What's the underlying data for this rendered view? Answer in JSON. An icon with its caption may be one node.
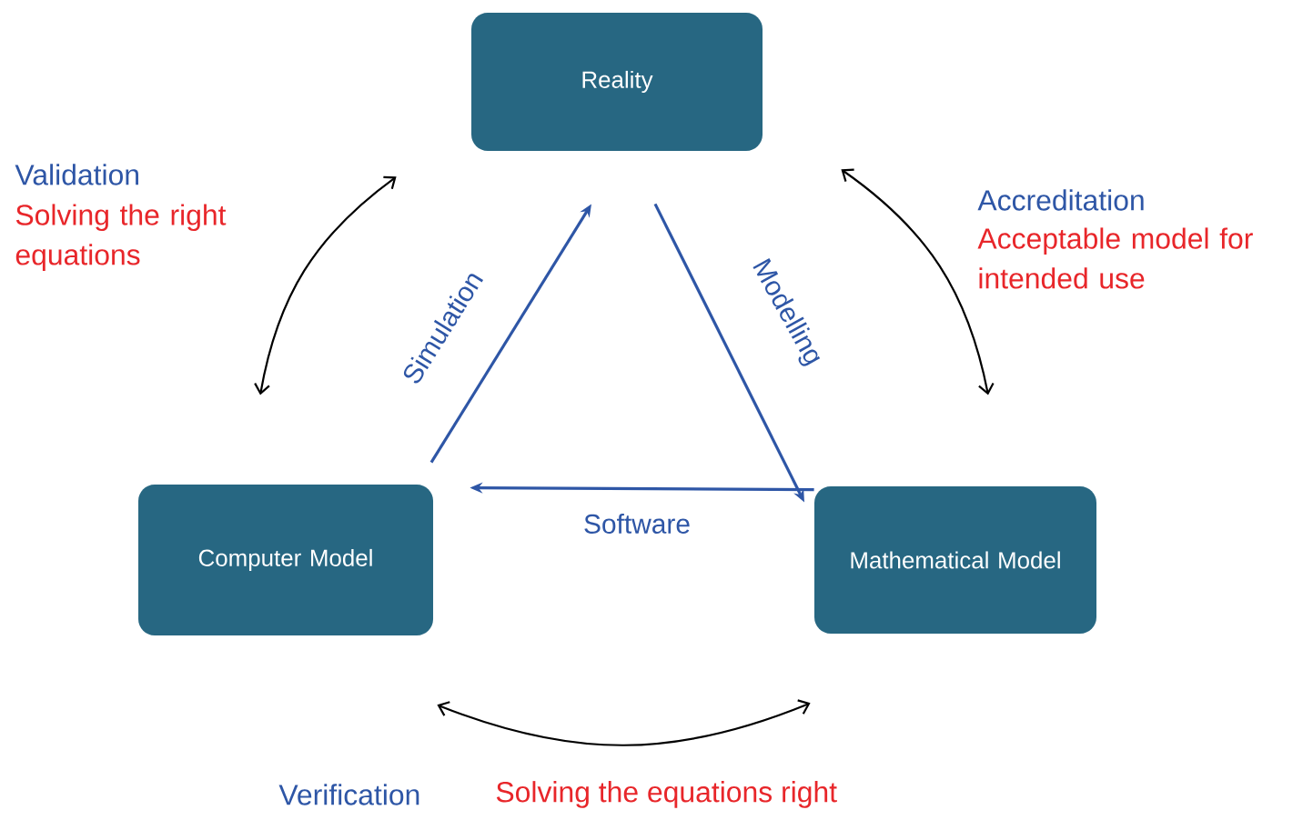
{
  "diagram": {
    "nodes": [
      {
        "text": [
          "Reality"
        ]
      },
      {
        "text": [
          "Computer Model"
        ]
      },
      {
        "text": [
          "Mathematical Model"
        ]
      }
    ],
    "edges": [
      {
        "from": 0,
        "to": 2,
        "arrow": "to",
        "label": "Modelling",
        "color": "#2e56a6"
      },
      {
        "from": 2,
        "to": 1,
        "arrow": "to",
        "label": "Software",
        "color": "#2e56a6"
      },
      {
        "from": 1,
        "to": 0,
        "arrow": "to",
        "label": "Simulation",
        "color": "#2e56a6"
      },
      {
        "from": 1,
        "to": 0,
        "arrow": "both",
        "color": "#000000"
      },
      {
        "from": 0,
        "to": 2,
        "arrow": "both",
        "color": "#000000"
      },
      {
        "from": 1,
        "to": 2,
        "arrow": "both",
        "color": "#000000"
      }
    ],
    "labels": [
      "Validation",
      "Solving the right equations",
      "Accreditation",
      "Acceptable model for intended use",
      "Verification",
      "Solving the equations right"
    ]
  }
}
